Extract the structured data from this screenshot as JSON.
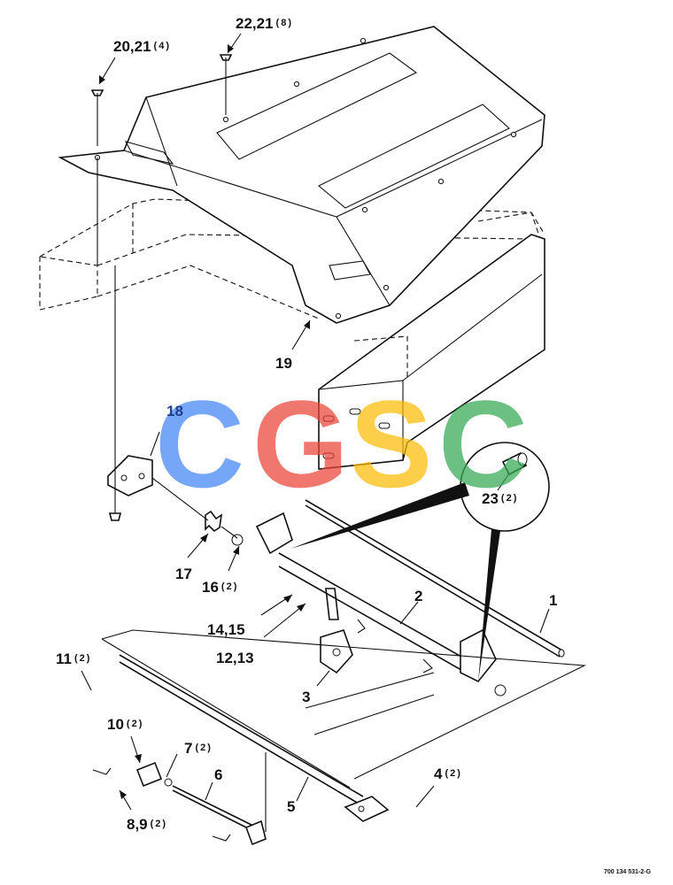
{
  "callouts": {
    "c20": {
      "num": "20,21",
      "qty": "(4)"
    },
    "c22": {
      "num": "22,21",
      "qty": "(8)"
    },
    "c19": {
      "num": "19",
      "qty": ""
    },
    "c18": {
      "num": "18",
      "qty": ""
    },
    "c23": {
      "num": "23",
      "qty": "(2)"
    },
    "c17": {
      "num": "17",
      "qty": ""
    },
    "c16": {
      "num": "16",
      "qty": "(2)"
    },
    "c14": {
      "num": "14,15",
      "qty": ""
    },
    "c12": {
      "num": "12,13",
      "qty": ""
    },
    "c2": {
      "num": "2",
      "qty": ""
    },
    "c1": {
      "num": "1",
      "qty": ""
    },
    "c3": {
      "num": "3",
      "qty": ""
    },
    "c11": {
      "num": "11",
      "qty": "(2)"
    },
    "c10": {
      "num": "10",
      "qty": "(2)"
    },
    "c7": {
      "num": "7",
      "qty": "(2)"
    },
    "c6": {
      "num": "6",
      "qty": ""
    },
    "c4": {
      "num": "4",
      "qty": "(2)"
    },
    "c5": {
      "num": "5",
      "qty": ""
    },
    "c8": {
      "num": "8,9",
      "qty": "(2)"
    }
  },
  "document_number": "700 134 531-2-G",
  "watermark": {
    "letters": [
      "C",
      "G",
      "S",
      "C"
    ],
    "colors": [
      "#4285f4",
      "#ea4335",
      "#fbbc05",
      "#34a853"
    ]
  }
}
